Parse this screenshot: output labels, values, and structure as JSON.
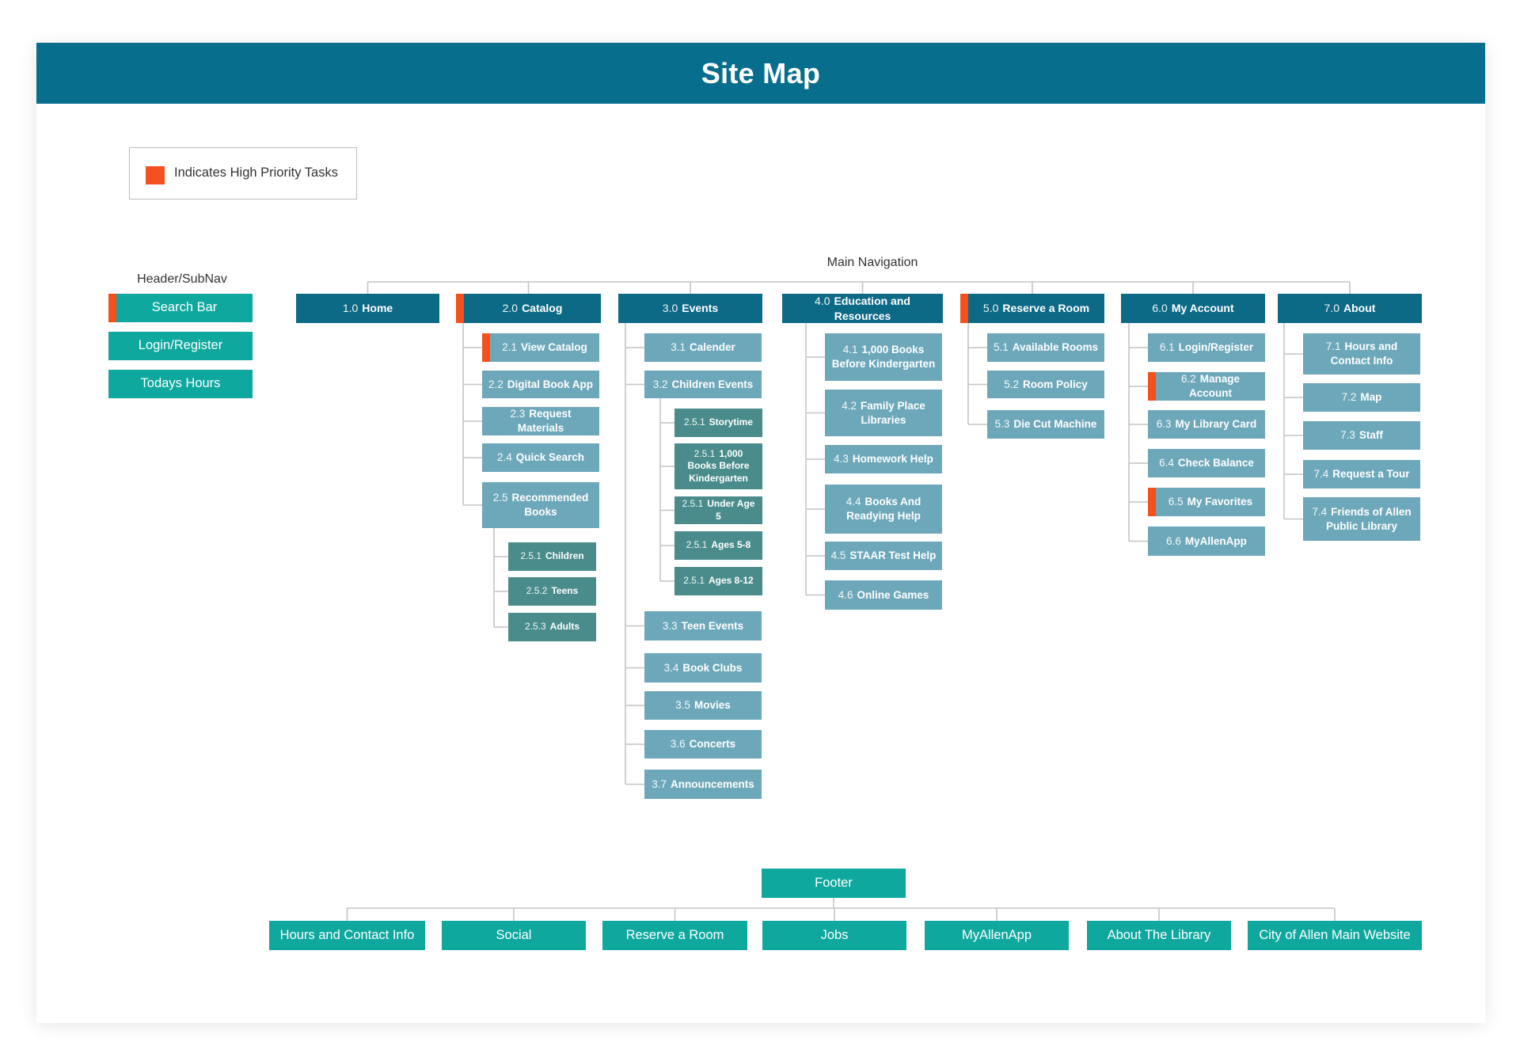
{
  "title": "Site Map",
  "legend": {
    "label": "Indicates High Priority Tasks"
  },
  "colors": {
    "header_bg": "#086e8e",
    "level1": "#0d6a87",
    "level2": "#6da8ba",
    "level3": "#4a8c8c",
    "teal": "#0ea89e",
    "priority": "#f4511e",
    "connector": "#c4c4c4"
  },
  "labels": {
    "header_subnav": "Header/SubNav",
    "main_nav": "Main Navigation"
  },
  "subnav": [
    {
      "label": "Search Bar",
      "priority": true
    },
    {
      "label": "Login/Register",
      "priority": false
    },
    {
      "label": "Todays Hours",
      "priority": false
    }
  ],
  "main_nav": [
    {
      "num": "1.0",
      "label": "Home",
      "priority": false,
      "children": []
    },
    {
      "num": "2.0",
      "label": "Catalog",
      "priority": true,
      "children": [
        {
          "num": "2.1",
          "label": "View Catalog",
          "priority": true
        },
        {
          "num": "2.2",
          "label": "Digital Book App"
        },
        {
          "num": "2.3",
          "label": "Request Materials"
        },
        {
          "num": "2.4",
          "label": "Quick Search"
        },
        {
          "num": "2.5",
          "label": "Recommended Books",
          "children": [
            {
              "num": "2.5.1",
              "label": "Children"
            },
            {
              "num": "2.5.2",
              "label": "Teens"
            },
            {
              "num": "2.5.3",
              "label": "Adults"
            }
          ]
        }
      ]
    },
    {
      "num": "3.0",
      "label": "Events",
      "priority": false,
      "children": [
        {
          "num": "3.1",
          "label": "Calender"
        },
        {
          "num": "3.2",
          "label": "Children Events",
          "children": [
            {
              "num": "2.5.1",
              "label": "Storytime"
            },
            {
              "num": "2.5.1",
              "label": "1,000 Books Before Kindergarten"
            },
            {
              "num": "2.5.1",
              "label": "Under Age 5"
            },
            {
              "num": "2.5.1",
              "label": "Ages 5-8"
            },
            {
              "num": "2.5.1",
              "label": "Ages 8-12"
            }
          ]
        },
        {
          "num": "3.3",
          "label": "Teen Events"
        },
        {
          "num": "3.4",
          "label": "Book Clubs"
        },
        {
          "num": "3.5",
          "label": "Movies"
        },
        {
          "num": "3.6",
          "label": "Concerts"
        },
        {
          "num": "3.7",
          "label": "Announcements"
        }
      ]
    },
    {
      "num": "4.0",
      "label": "Education and Resources",
      "priority": false,
      "children": [
        {
          "num": "4.1",
          "label": "1,000 Books Before Kindergarten"
        },
        {
          "num": "4.2",
          "label": "Family Place Libraries"
        },
        {
          "num": "4.3",
          "label": "Homework Help"
        },
        {
          "num": "4.4",
          "label": "Books And Readying Help"
        },
        {
          "num": "4.5",
          "label": "STAAR Test Help"
        },
        {
          "num": "4.6",
          "label": "Online Games"
        }
      ]
    },
    {
      "num": "5.0",
      "label": "Reserve a Room",
      "priority": true,
      "children": [
        {
          "num": "5.1",
          "label": "Available Rooms"
        },
        {
          "num": "5.2",
          "label": "Room Policy"
        },
        {
          "num": "5.3",
          "label": "Die Cut Machine"
        }
      ]
    },
    {
      "num": "6.0",
      "label": "My Account",
      "priority": false,
      "children": [
        {
          "num": "6.1",
          "label": "Login/Register"
        },
        {
          "num": "6.2",
          "label": "Manage Account",
          "priority": true
        },
        {
          "num": "6.3",
          "label": "My Library Card"
        },
        {
          "num": "6.4",
          "label": "Check Balance"
        },
        {
          "num": "6.5",
          "label": "My Favorites",
          "priority": true
        },
        {
          "num": "6.6",
          "label": "MyAllenApp"
        }
      ]
    },
    {
      "num": "7.0",
      "label": "About",
      "priority": false,
      "children": [
        {
          "num": "7.1",
          "label": "Hours and Contact Info"
        },
        {
          "num": "7.2",
          "label": "Map"
        },
        {
          "num": "7.3",
          "label": "Staff"
        },
        {
          "num": "7.4",
          "label": "Request a Tour"
        },
        {
          "num": "7.4",
          "label": "Friends of Allen Public Library"
        }
      ]
    }
  ],
  "footer": {
    "label": "Footer",
    "items": [
      "Hours and Contact Info",
      "Social",
      "Reserve a Room",
      "Jobs",
      "MyAllenApp",
      "About The Library",
      "City of Allen Main Website"
    ]
  }
}
